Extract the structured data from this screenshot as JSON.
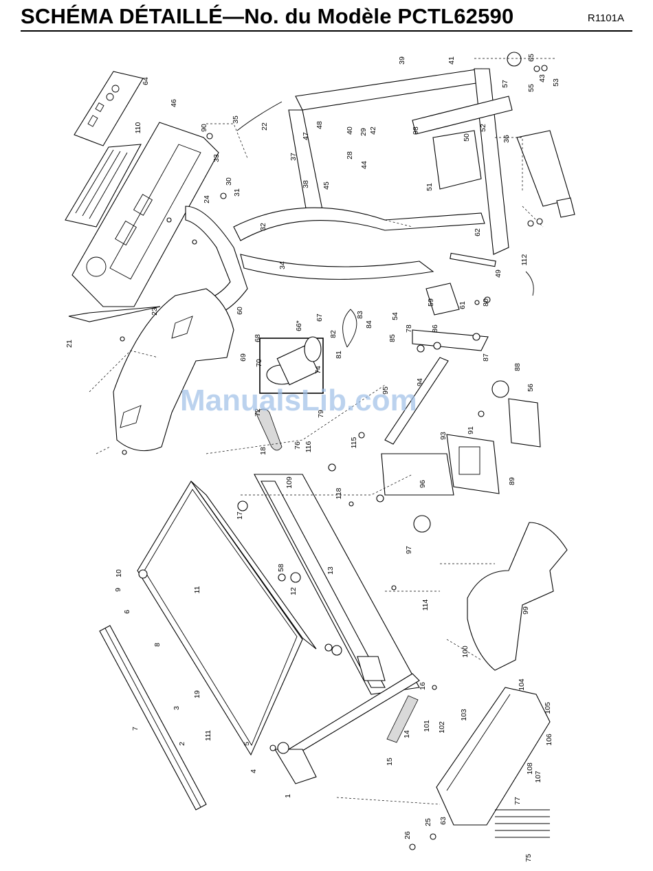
{
  "header": {
    "title": "SCHÉMA DÉTAILLÉ—No. du Modèle PCTL62590",
    "revision": "R1101A"
  },
  "watermark": "ManualsLib.com",
  "callouts": [
    "1",
    "2",
    "3",
    "4",
    "5",
    "6",
    "7",
    "8",
    "9",
    "10",
    "11",
    "12",
    "13",
    "14",
    "15",
    "16",
    "17",
    "18",
    "19",
    "21",
    "22",
    "23",
    "24",
    "25",
    "26",
    "28",
    "29",
    "30",
    "31",
    "32",
    "33",
    "34",
    "35",
    "36",
    "37",
    "38",
    "39",
    "40",
    "41",
    "42",
    "43",
    "44",
    "45",
    "46",
    "47",
    "48",
    "49",
    "50",
    "51",
    "52",
    "53",
    "54",
    "55",
    "56",
    "57",
    "58",
    "59",
    "60",
    "61",
    "62",
    "63",
    "64",
    "65",
    "66*",
    "67",
    "68",
    "69",
    "70",
    "72",
    "74",
    "75",
    "76",
    "77",
    "78",
    "79",
    "80",
    "81",
    "82",
    "83",
    "84",
    "85",
    "86",
    "87",
    "88",
    "89",
    "90",
    "91",
    "93",
    "94",
    "95",
    "96",
    "97",
    "98",
    "99",
    "100",
    "101",
    "102",
    "103",
    "104",
    "105",
    "106",
    "107",
    "108",
    "109",
    "110",
    "111",
    "112",
    "114",
    "115",
    "116",
    "118"
  ]
}
